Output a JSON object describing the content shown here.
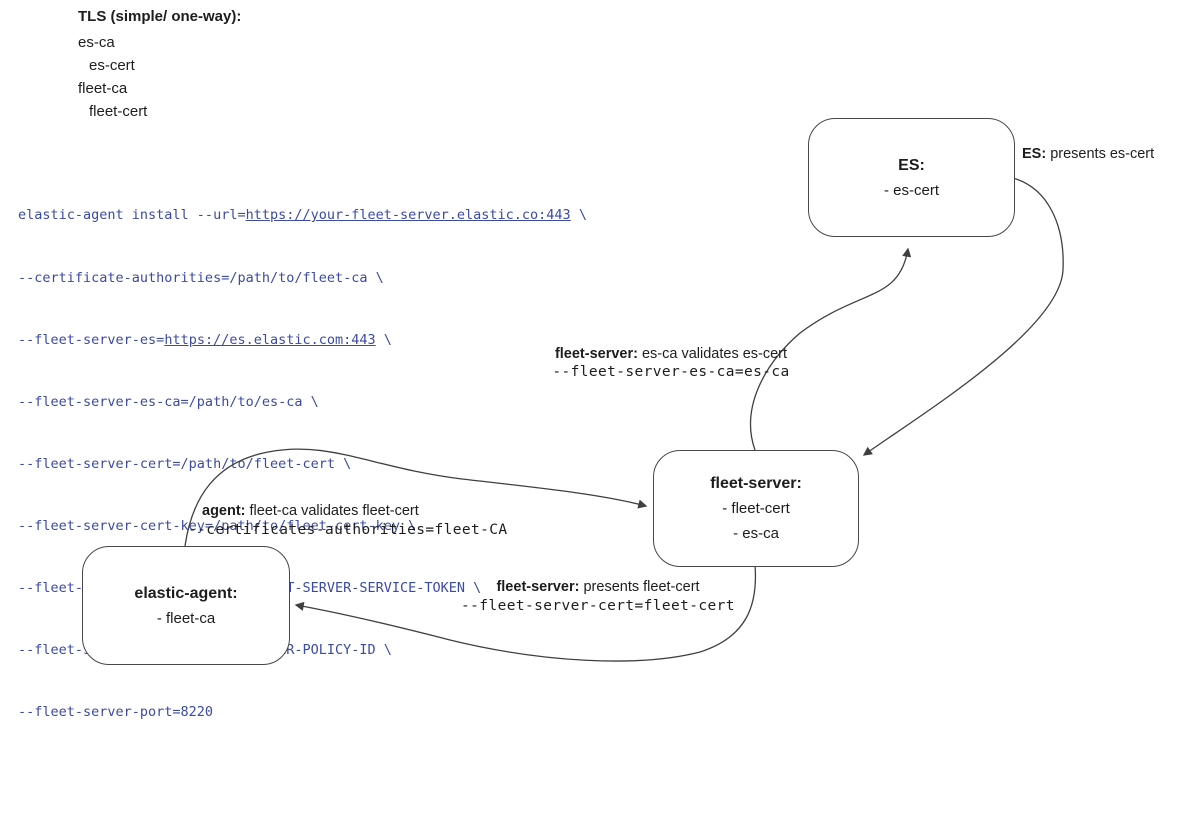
{
  "title_block": {
    "heading": "TLS (simple/ one-way):",
    "items": [
      "es-ca",
      "es-cert",
      "fleet-ca",
      "fleet-cert"
    ]
  },
  "command": {
    "line1_pre": "elastic-agent install --url=",
    "line1_url": "https://your-fleet-server.elastic.co:443",
    "line1_post": " \\",
    "line2": "--certificate-authorities=/path/to/fleet-ca \\",
    "line3_pre": "--fleet-server-es=",
    "line3_url": "https://es.elastic.com:443",
    "line3_post": " \\",
    "line4": "--fleet-server-es-ca=/path/to/es-ca \\",
    "line5": "--fleet-server-cert=/path/to/fleet-cert \\",
    "line6": "--fleet-server-cert-key=/path/to/fleet-cert-key \\",
    "line7": "--fleet-server-service-token=FLEET-SERVER-SERVICE-TOKEN \\",
    "line8": "--fleet-server-policy=FLEET-SERVER-POLICY-ID \\",
    "line9": "--fleet-server-port=8220"
  },
  "nodes": {
    "es": {
      "title": "ES:",
      "lines": [
        "- es-cert"
      ]
    },
    "fleet_server": {
      "title": "fleet-server:",
      "lines": [
        "- fleet-cert",
        "- es-ca"
      ]
    },
    "elastic_agent": {
      "title": "elastic-agent:",
      "lines": [
        "- fleet-ca"
      ]
    }
  },
  "labels": {
    "es_presents": {
      "bold": "ES:",
      "rest": " presents es-cert"
    },
    "fs_validates": {
      "bold": "fleet-server:",
      "rest": " es-ca validates es-cert",
      "mono": "--fleet-server-es-ca=es-ca"
    },
    "agent_validates": {
      "bold": "agent:",
      "rest": " fleet-ca validates fleet-cert",
      "mono": "--certificates-authorities=fleet-CA"
    },
    "fs_presents": {
      "bold": "fleet-server:",
      "rest": " presents fleet-cert",
      "mono": "--fleet-server-cert=fleet-cert"
    }
  },
  "colors": {
    "command_text": "#3b4aa6",
    "diagram_stroke": "#3f3f3f",
    "text": "#1d1d1d",
    "background": "#ffffff"
  }
}
